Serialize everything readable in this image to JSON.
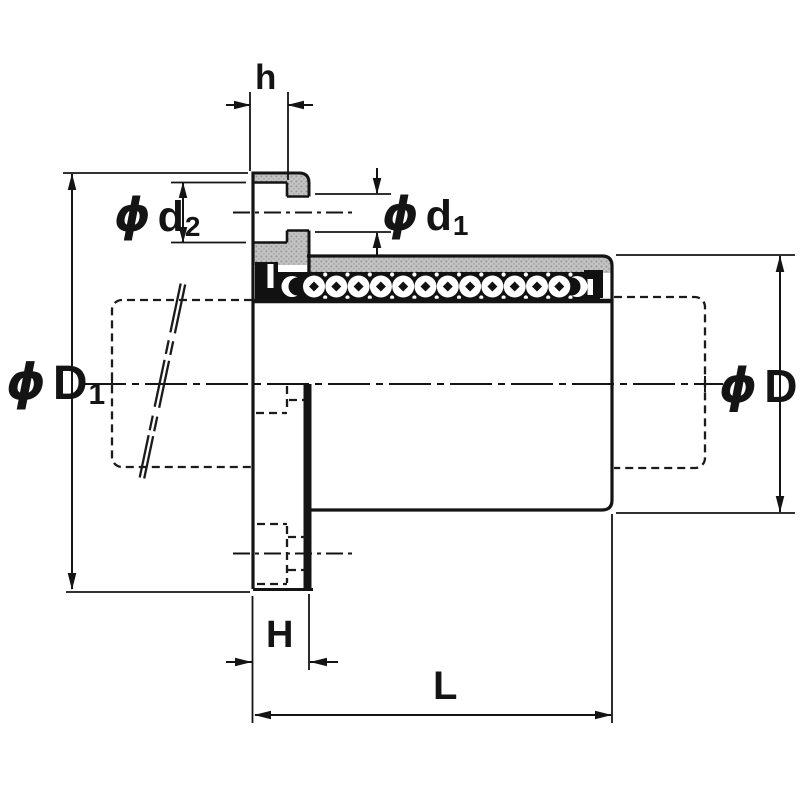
{
  "drawing": {
    "kind": "technical section drawing",
    "subject": "flanged linear ball bushing",
    "colors": {
      "background": "#ffffff",
      "line": "#141414",
      "section_fill": "#c3c3c3",
      "section_fill_dots": "#979797",
      "ball_track": "#111111"
    }
  },
  "labels": {
    "h": {
      "text": "h"
    },
    "d2": {
      "phi": "ϕ",
      "base": "d",
      "sub": "2"
    },
    "d1": {
      "phi": "ϕ",
      "base": "d",
      "sub": "1"
    },
    "D1": {
      "phi": "ϕ",
      "base": "D",
      "sub": "1"
    },
    "D": {
      "phi": "ϕ",
      "base": "D"
    },
    "H": {
      "text": "H"
    },
    "L": {
      "text": "L"
    }
  }
}
